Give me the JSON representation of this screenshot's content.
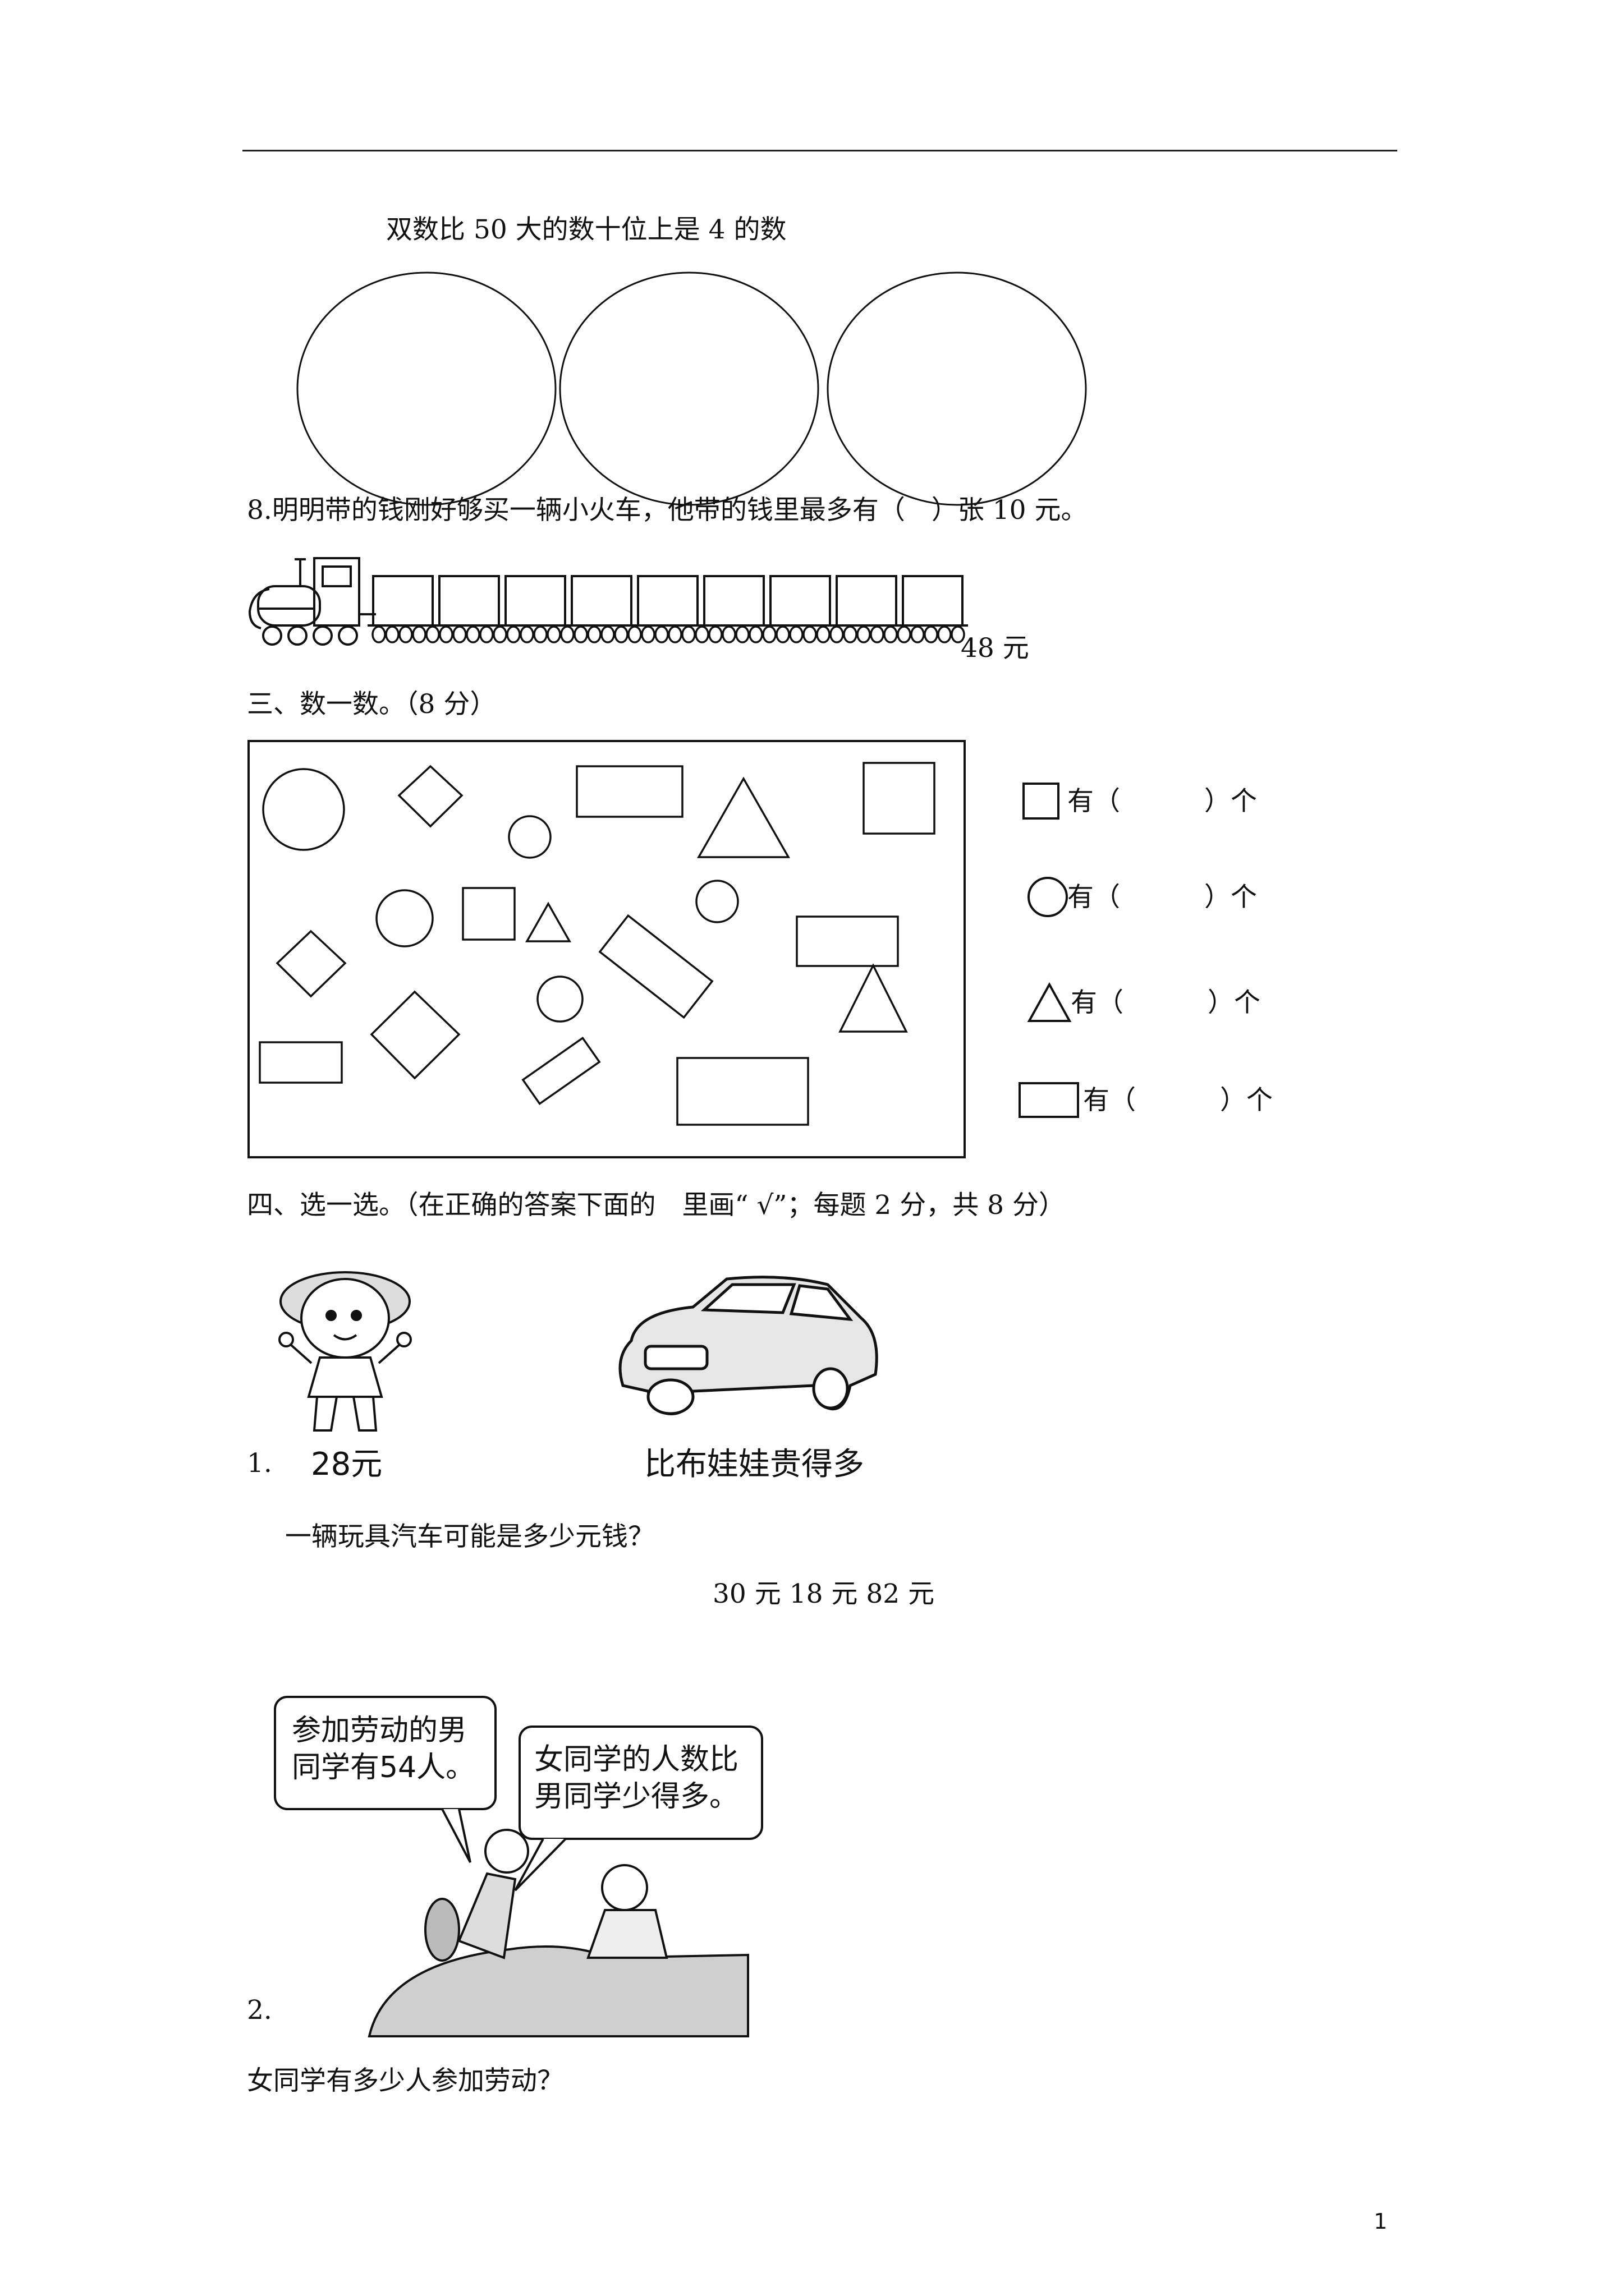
{
  "venn": {
    "label": "双数比 50 大的数十位上是 4 的数"
  },
  "q8": {
    "text": "8.明明带的钱刚好够买一辆小火车，他带的钱里最多有（　）张 10 元。",
    "price": "48 元"
  },
  "section3": {
    "title": "三、数一数。（8 分）",
    "rows": [
      {
        "icon": "square",
        "label": "有（",
        "close": "）个"
      },
      {
        "icon": "circle",
        "label": "有（",
        "close": "）个"
      },
      {
        "icon": "triangle",
        "label": "有（",
        "close": "）个"
      },
      {
        "icon": "rectangle",
        "label": "有（",
        "close": "）个"
      }
    ]
  },
  "section4": {
    "title": "四、选一选。（在正确的答案下面的　里画“ √”；每题 2 分，共 8 分）",
    "q1": {
      "number": "1.",
      "doll_price": "28元",
      "car_caption": "比布娃娃贵得多",
      "question": "一辆玩具汽车可能是多少元钱？",
      "options": "30 元 18 元 82 元"
    },
    "q2": {
      "number": "2.",
      "bubble_boy": [
        "参加劳动的男",
        "同学有54人。"
      ],
      "bubble_girl": [
        "女同学的人数比",
        "男同学少得多。"
      ],
      "question": "女同学有多少人参加劳动？"
    }
  },
  "page_number": "1"
}
